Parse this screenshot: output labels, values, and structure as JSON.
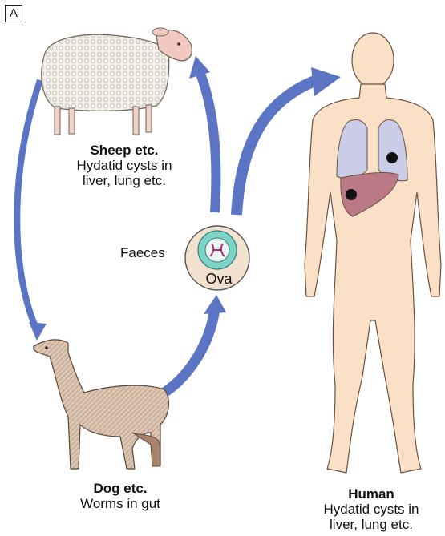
{
  "panel": {
    "letter": "A"
  },
  "sheep": {
    "title": "Sheep etc.",
    "line1": "Hydatid cysts in",
    "line2": "liver, lung etc."
  },
  "dog": {
    "title": "Dog etc.",
    "line1": "Worms in gut"
  },
  "human": {
    "title": "Human",
    "line1": "Hydatid cysts in",
    "line2": "liver, lung etc."
  },
  "center": {
    "faeces": "Faeces",
    "ova": "Ova"
  },
  "colors": {
    "arrow": "#5b74c4",
    "skin": "#fbe0c8",
    "lung": "#c9cde8",
    "liver": "#b97a86",
    "sheep_wool": "#f4f1ec",
    "dog": "#d9c2ad",
    "ova_fill": "#7dd3c7"
  }
}
